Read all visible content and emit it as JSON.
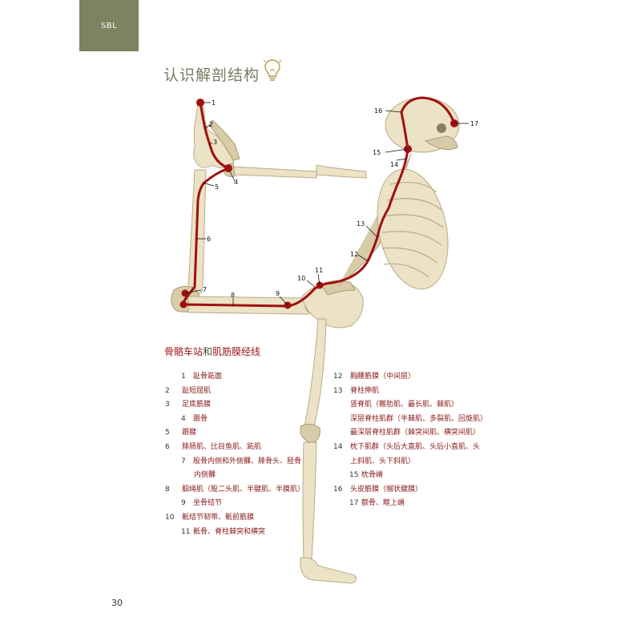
{
  "header": {
    "tab_label": "SBL"
  },
  "page_title": "认识解剖结构",
  "figure_labels": [
    "1",
    "2",
    "3",
    "4",
    "5",
    "6",
    "7",
    "8",
    "9",
    "10",
    "11",
    "12",
    "13",
    "14",
    "15",
    "16",
    "17"
  ],
  "section": {
    "title_part1": "骨骼车站",
    "title_connector": "和",
    "title_part2": "肌筋膜经线"
  },
  "legend_left": [
    {
      "num": "1",
      "text": "趾骨跖面",
      "kind": "sub"
    },
    {
      "num": "2",
      "text": "趾短屈肌",
      "kind": "main"
    },
    {
      "num": "3",
      "text": "足底筋膜",
      "kind": "main"
    },
    {
      "num": "4",
      "text": "跟骨",
      "kind": "sub"
    },
    {
      "num": "5",
      "text": "跟腱",
      "kind": "main"
    },
    {
      "num": "6",
      "text": "腓肠肌、比目鱼肌、跖肌",
      "kind": "main"
    },
    {
      "num": "7",
      "text": "股骨内侧和外侧髁、腓骨头、胫骨",
      "kind": "sub"
    },
    {
      "num": "",
      "text": "内侧髁",
      "kind": "cont"
    },
    {
      "num": "8",
      "text": "腘绳肌（股二头肌、半腱肌、半膜肌）",
      "kind": "main"
    },
    {
      "num": "9",
      "text": "坐骨结节",
      "kind": "sub"
    },
    {
      "num": "10",
      "text": "骶结节韧带、骶前筋膜",
      "kind": "main"
    },
    {
      "num": "11",
      "text": "骶骨、脊柱棘突和横突",
      "kind": "sub"
    }
  ],
  "legend_right": [
    {
      "num": "12",
      "text": "胸腰筋膜（中间层）",
      "kind": "main"
    },
    {
      "num": "13",
      "text": "脊柱伸肌",
      "kind": "main"
    },
    {
      "num": "",
      "text": "竖脊肌（髂肋肌、最长肌、棘肌）",
      "kind": "cont2"
    },
    {
      "num": "",
      "text": "深层脊柱肌群（半棘肌、多裂肌、回旋肌）",
      "kind": "cont2"
    },
    {
      "num": "",
      "text": "最深层脊柱肌群（棘突间肌、横突间肌）",
      "kind": "cont2"
    },
    {
      "num": "14",
      "text": "枕下肌群（头后大直肌、头后小直肌、头",
      "kind": "main"
    },
    {
      "num": "",
      "text": "上斜肌、头下斜肌）",
      "kind": "cont2"
    },
    {
      "num": "15",
      "text": "枕骨嵴",
      "kind": "sub"
    },
    {
      "num": "16",
      "text": "头皮筋膜（帽状腱膜）",
      "kind": "main"
    },
    {
      "num": "17",
      "text": "额骨、眶上嵴",
      "kind": "sub"
    }
  ],
  "page_number": "30",
  "colors": {
    "tab": "#7d8260",
    "line": "#a01010",
    "legend_text": "#8a1a1a",
    "title": "#7a7a62"
  }
}
